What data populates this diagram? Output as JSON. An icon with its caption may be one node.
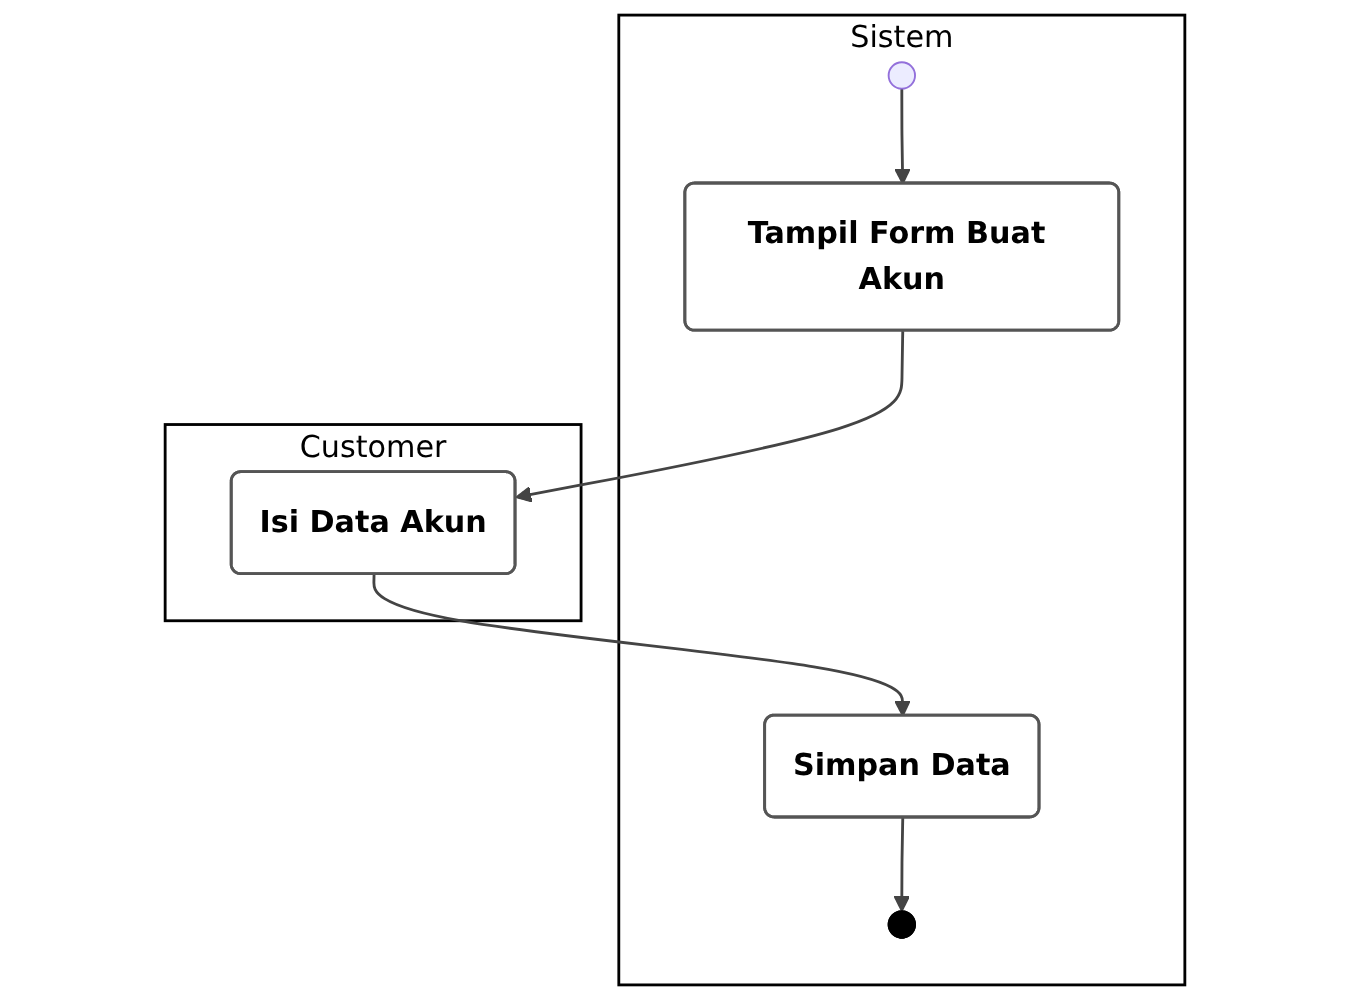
{
  "diagram": {
    "nodes": [
      {
        "text": [
          "Sistem"
        ]
      },
      {
        "text": [
          "Customer"
        ]
      },
      {
        "text": [],
        "shape": "circle",
        "in": 0
      },
      {
        "text": [
          "Tampil Form Buat Akun"
        ],
        "in": 0
      },
      {
        "text": [
          "Isi Data Akun"
        ],
        "in": 1
      },
      {
        "text": [
          "Simpan Data"
        ],
        "in": 0
      },
      {
        "text": [],
        "shape": "bullseye",
        "in": 0
      }
    ],
    "edges": [
      {
        "from": 2,
        "to": 3,
        "arrow": "to"
      },
      {
        "from": 3,
        "to": 4,
        "arrow": "to"
      },
      {
        "from": 4,
        "to": 5,
        "arrow": "to"
      },
      {
        "from": 5,
        "to": 6,
        "arrow": "to"
      }
    ]
  }
}
